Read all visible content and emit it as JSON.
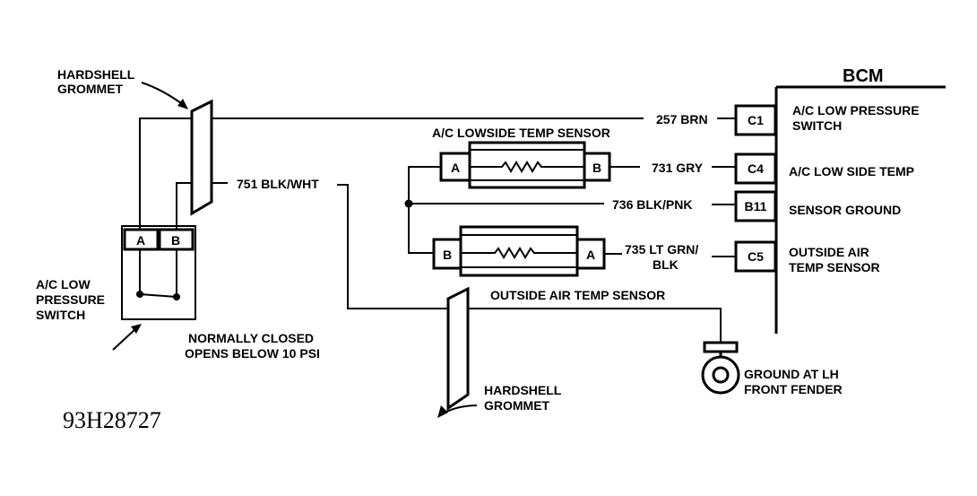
{
  "bcm": {
    "title": "BCM",
    "terminals": [
      {
        "pin": "C1",
        "wire": "257 BRN",
        "function": [
          "A/C LOW PRESSURE",
          "SWITCH"
        ]
      },
      {
        "pin": "C4",
        "wire": "731 GRY",
        "function": [
          "A/C LOW SIDE TEMP"
        ]
      },
      {
        "pin": "B11",
        "wire": "736 BLK/PNK",
        "function": [
          "SENSOR GROUND"
        ]
      },
      {
        "pin": "C5",
        "wire": [
          "735 LT GRN/",
          "BLK"
        ],
        "function": [
          "OUTSIDE AIR",
          "TEMP SENSOR"
        ]
      }
    ]
  },
  "lowside_sensor": {
    "label": "A/C LOWSIDE TEMP SENSOR",
    "left_pin": "A",
    "right_pin": "B"
  },
  "outside_sensor": {
    "label": "OUTSIDE AIR TEMP SENSOR",
    "left_pin": "B",
    "right_pin": "A"
  },
  "pressure_switch": {
    "label": [
      "A/C LOW",
      "PRESSURE",
      "SWITCH"
    ],
    "pin_a": "A",
    "pin_b": "B",
    "note": [
      "NORMALLY CLOSED",
      "OPENS BELOW 10 PSI"
    ]
  },
  "grommet_top": [
    "HARDSHELL",
    "GROMMET"
  ],
  "grommet_bottom": [
    "HARDSHELL",
    "GROMMET"
  ],
  "wire_751": "751 BLK/WHT",
  "ground": [
    "GROUND AT LH",
    "FRONT FENDER"
  ],
  "figure_id": "93H28727"
}
